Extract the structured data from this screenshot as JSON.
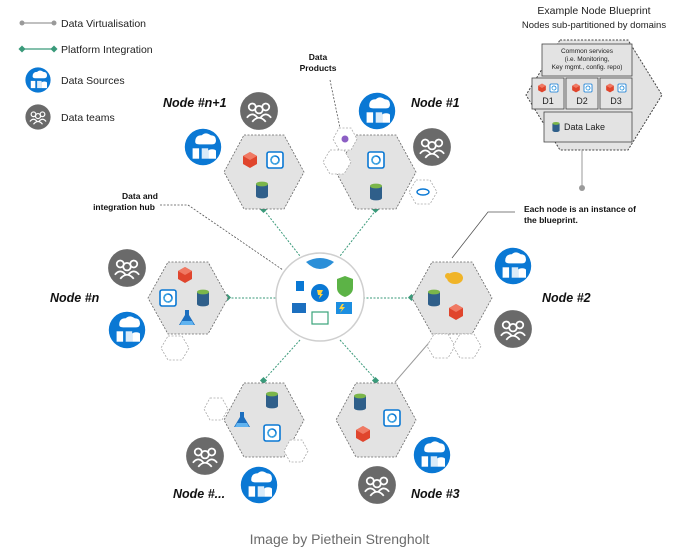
{
  "legend": [
    {
      "label": "Data Virtualisation",
      "kind": "grey-line"
    },
    {
      "label": "Platform Integration",
      "kind": "green-line"
    },
    {
      "label": "Data Sources",
      "kind": "data-sources-icon"
    },
    {
      "label": "Data teams",
      "kind": "data-teams-icon"
    }
  ],
  "blueprint": {
    "title": "Example Node Blueprint",
    "subtitle": "Nodes sub-partitioned by domains",
    "services_line1": "Common services",
    "services_line2": "(i.e. Monitoring,",
    "services_line3": "Key mgmt., config. repo)",
    "domains": [
      "D1",
      "D2",
      "D3"
    ],
    "data_lake": "Data Lake"
  },
  "nodes": {
    "n_plus_1": "Node #n+1",
    "one": "Node #1",
    "n": "Node #n",
    "two": "Node #2",
    "ellipsis": "Node #...",
    "three": "Node #3"
  },
  "annotations": {
    "data_products_1": "Data",
    "data_products_2": "Products",
    "hub_1": "Data and",
    "hub_2": "integration hub",
    "instance_1": "Each node is an instance of",
    "instance_2": "the blueprint."
  },
  "caption": "Image by Piethein Strengholt",
  "colors": {
    "hex_fill": "#e3e3e3",
    "azure_blue": "#0a78d4",
    "team_grey": "#6a6a6a",
    "integration_green": "#3a9a7a",
    "virtualisation_grey": "#9a9a9a"
  }
}
